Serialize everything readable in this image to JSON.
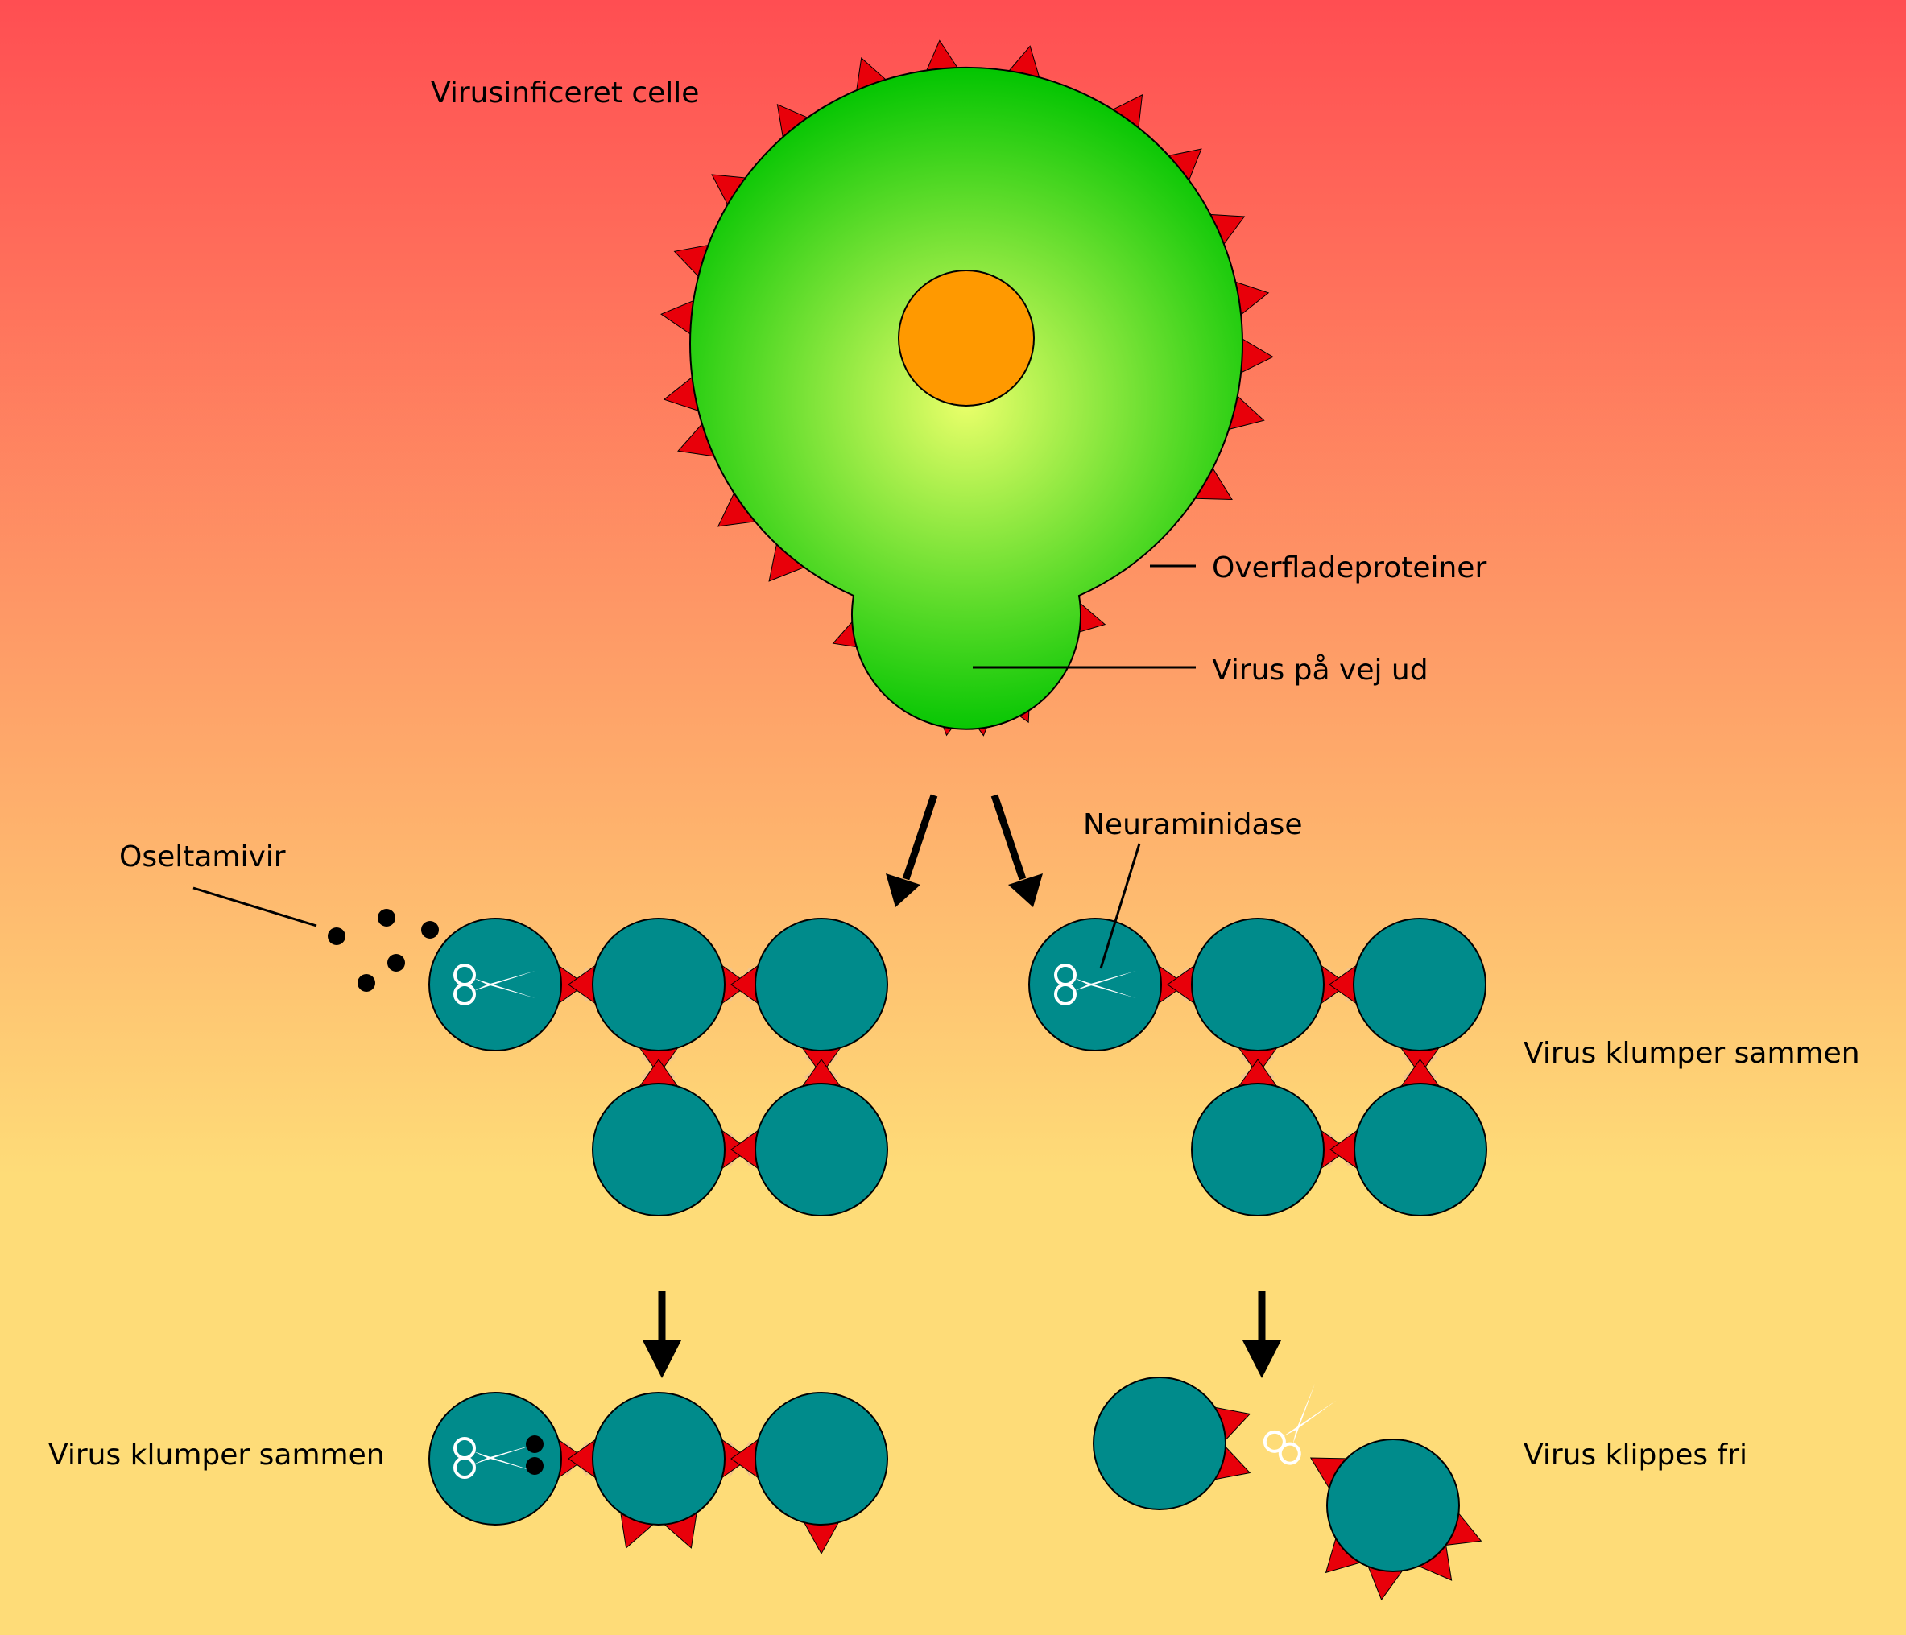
{
  "labels": {
    "infected_cell": "Virusinficeret celle",
    "surface_proteins": "Overfladeproteiner",
    "virus_exiting": "Virus på vej ud",
    "neuraminidase": "Neuraminidase",
    "oseltamivir": "Oseltamivir",
    "clump_right": "Virus klumper sammen",
    "clump_left": "Virus klumper sammen",
    "released": "Virus klippes fri"
  },
  "colors": {
    "background_top": "#ff4e52",
    "background_bottom": "#fedc78",
    "cell_center": "#eaff6a",
    "cell_edge": "#00c400",
    "nucleus": "#ff9900",
    "protein": "#e8000a",
    "virus": "#008b8b",
    "bond": "#f2c48a"
  },
  "icons": {
    "enzyme": "scissors-icon",
    "drug": "dot-icon"
  }
}
